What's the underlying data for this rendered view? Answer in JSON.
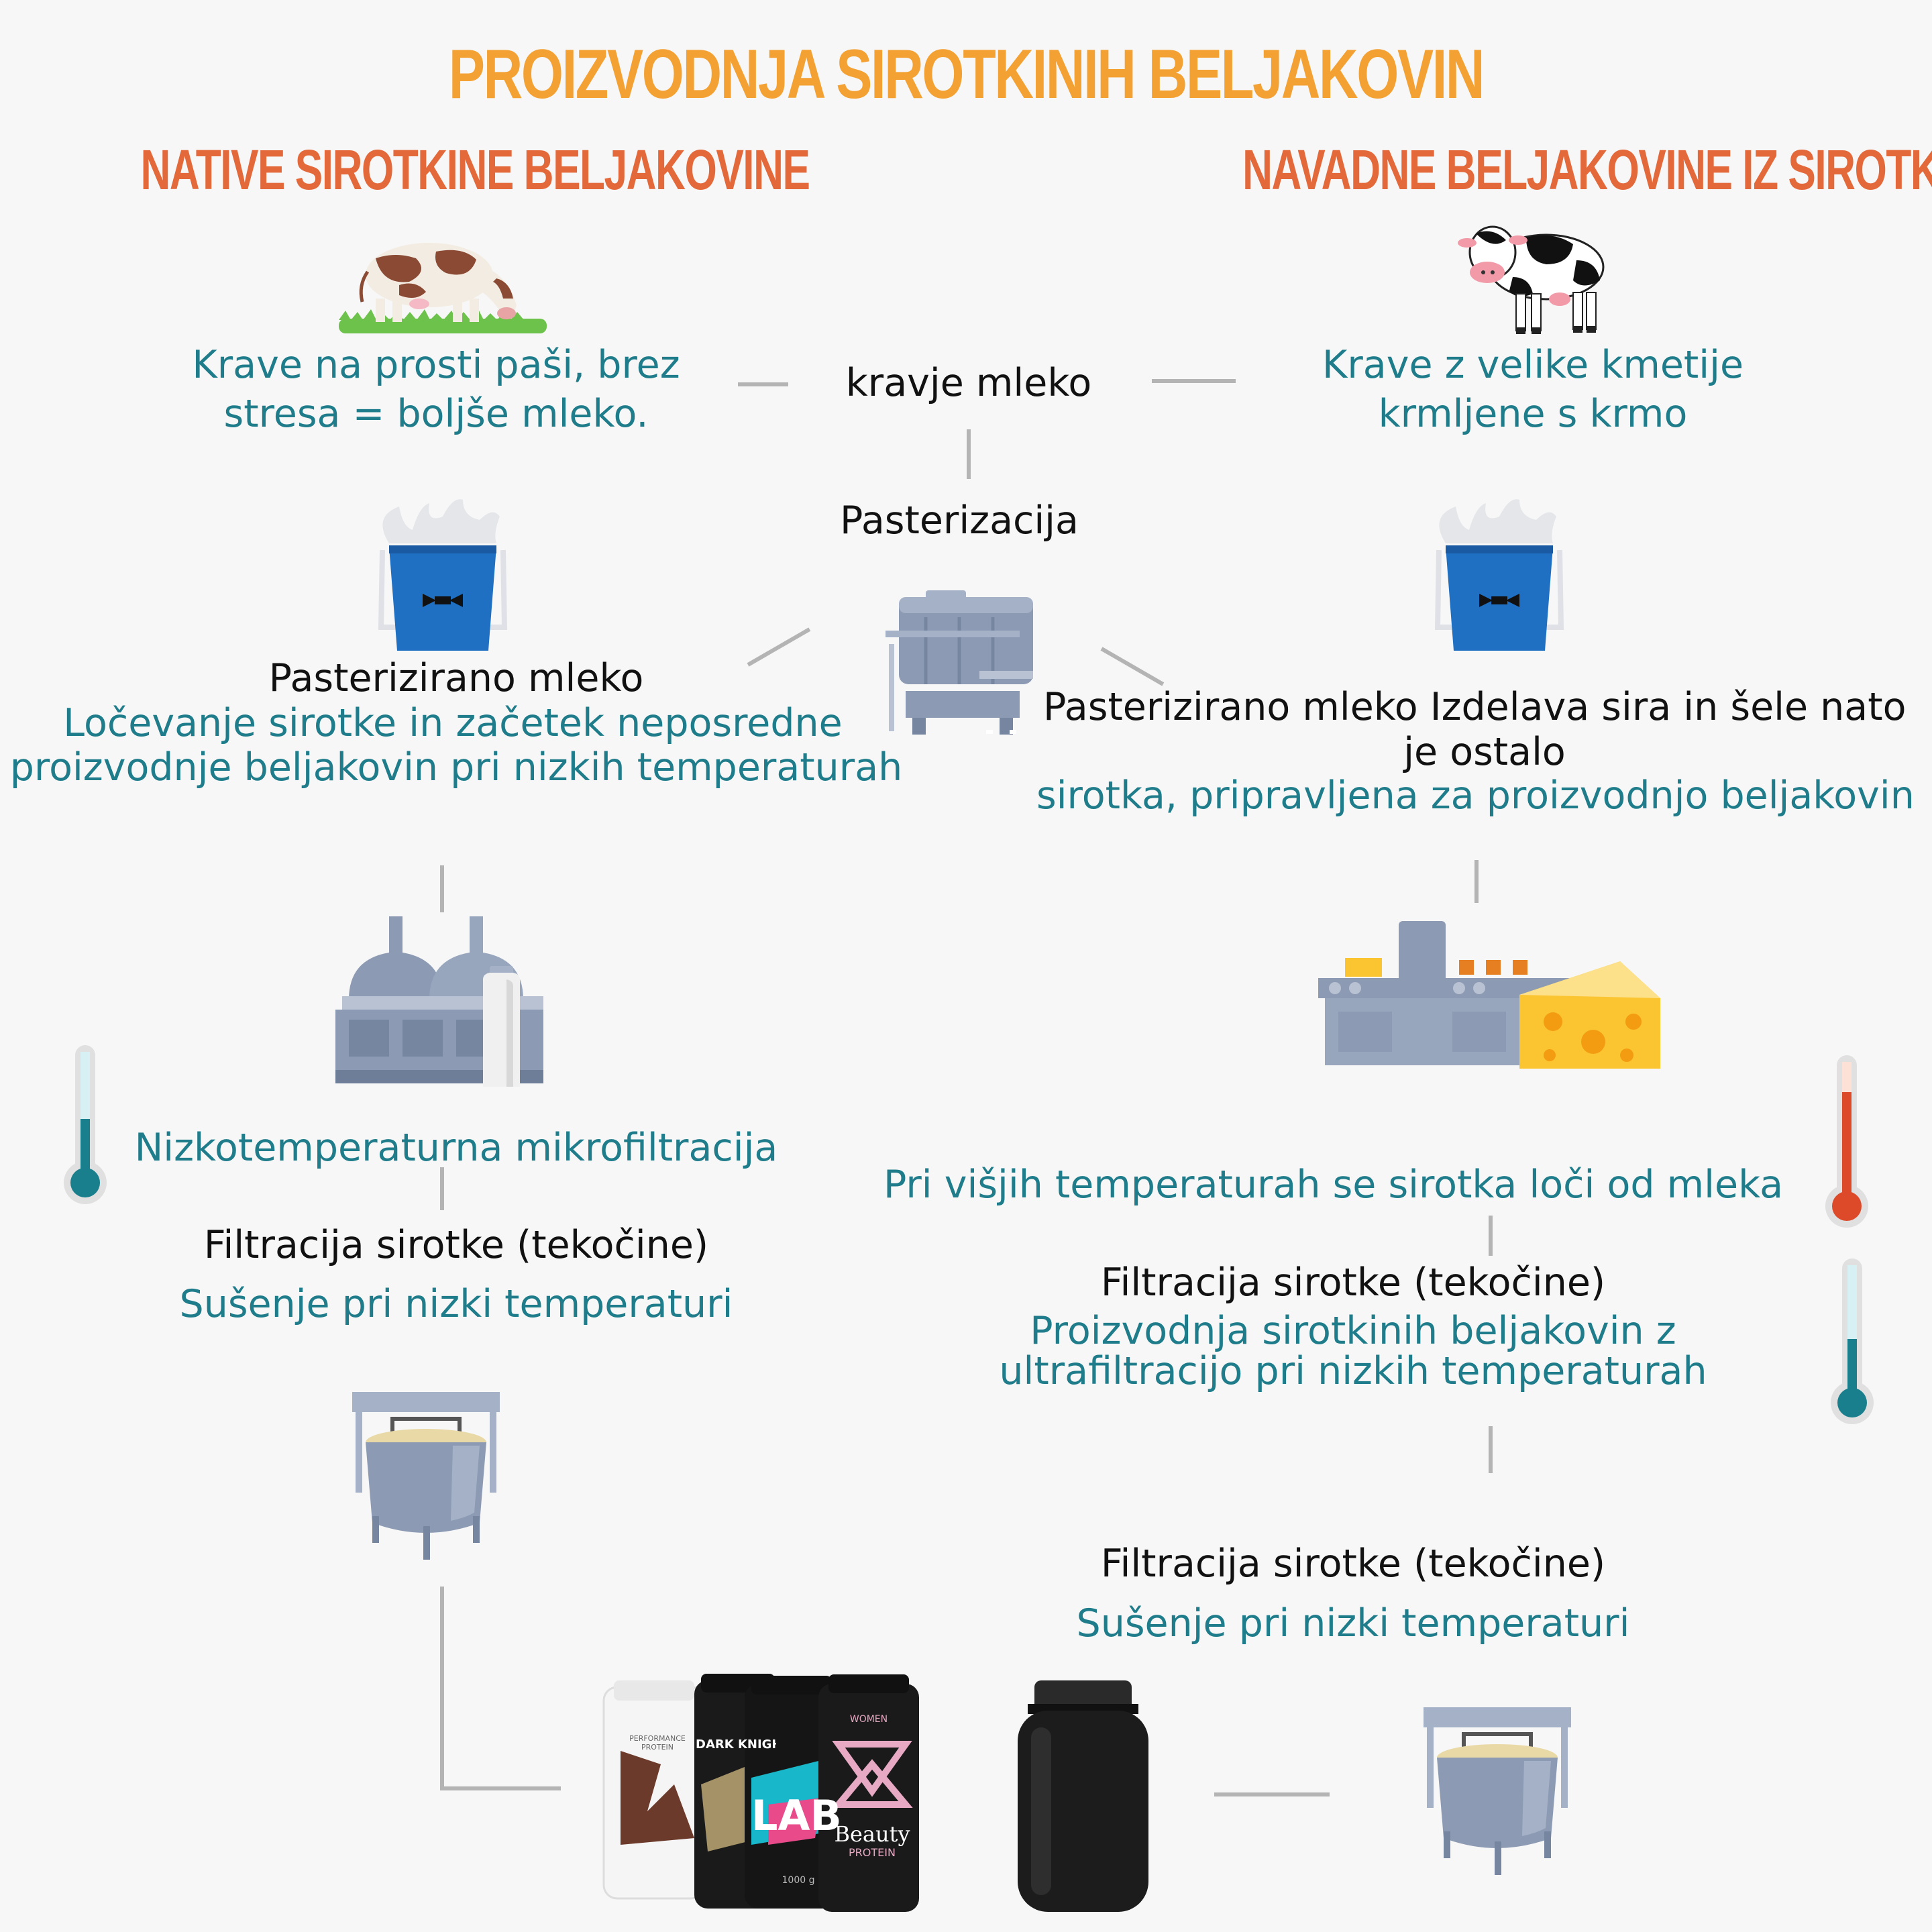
{
  "title": "PROIZVODNJA SIROTKINIH BELJAKOVIN",
  "left": {
    "heading": "NATIVE SIROTKINE BELJAKOVINE",
    "cows_line1": "Krave na prosti paši, brez",
    "cows_line2": "stresa = boljše mleko.",
    "pasteurized_milk": "Pasterizirano mleko",
    "separation_line1": "Ločevanje sirotke in začetek neposredne",
    "separation_line2": "proizvodnje beljakovin pri nizkih temperaturah",
    "microfiltration": "Nizkotemperaturna mikrofiltracija",
    "filtration": "Filtracija sirotke (tekočine)",
    "drying": "Sušenje pri nizki temperaturi"
  },
  "center": {
    "milk": "kravje mleko",
    "pasteurization": "Pasterizacija"
  },
  "right": {
    "heading": "NAVADNE BELJAKOVINE IZ SIROTKE",
    "cows_line1": "Krave z velike kmetije",
    "cows_line2": "krmljene s krmo",
    "cheese_line1": "Pasterizirano mleko Izdelava sira in šele nato",
    "cheese_line2": "je ostalo",
    "whey_ready": "sirotka, pripravljena za proizvodnjo beljakovin",
    "high_temp": "Pri višjih temperaturah se sirotka loči od mleka",
    "filtration_1": "Filtracija sirotke (tekočine)",
    "ultra_line1": "Proizvodnja sirotkinih beljakovin z",
    "ultra_line2": "ultrafiltracijo pri nizkih temperaturah",
    "filtration_2": "Filtracija sirotke (tekočine)",
    "drying": "Sušenje pri nizki temperaturi"
  },
  "products": {
    "jar1_label": "PERFORMANCE PROTEIN",
    "jar2_label": "DARK KNIGHT",
    "jar3_label": "LAB",
    "jar4_brand": "WOMEN",
    "jar4_line1": "Beauty",
    "jar4_line2": "PROTEIN",
    "jar_weight": "1000 g"
  },
  "colors": {
    "title": "#f3a133",
    "heading": "#e3683a",
    "teal": "#1f7c8a",
    "connector": "#b4b4b4",
    "bucket": "#1f6fc2",
    "machine": "#8c9bb3",
    "cheese": "#fbc531",
    "thermo_cold": "#1a7f8c",
    "thermo_hot": "#dc4a2a"
  },
  "icons": [
    "cow-grazing-icon",
    "cow-standing-icon",
    "milk-bucket-icon",
    "pasteurizer-icon",
    "dairy-plant-icon",
    "cheese-factory-icon",
    "thermometer-cold-icon",
    "thermometer-hot-icon",
    "drying-vat-icon",
    "protein-jars-icon",
    "plain-jar-icon"
  ]
}
